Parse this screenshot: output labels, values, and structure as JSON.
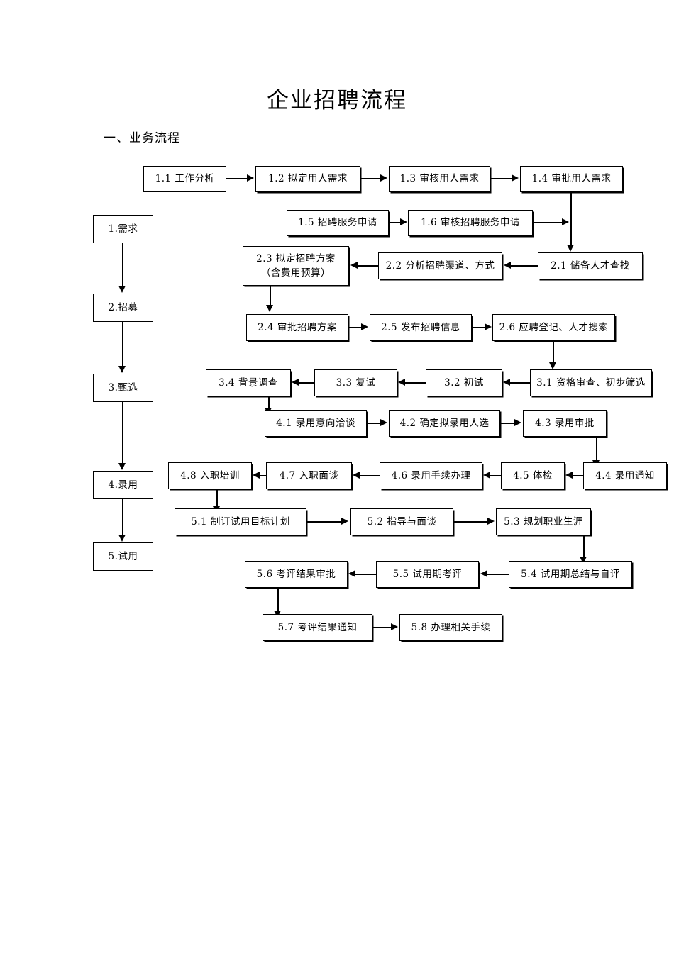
{
  "document": {
    "title": "企业招聘流程",
    "section_heading": "一、业务流程"
  },
  "stages": [
    {
      "id": "stage-1",
      "label": "1.需求"
    },
    {
      "id": "stage-2",
      "label": "2.招募"
    },
    {
      "id": "stage-3",
      "label": "3.甄选"
    },
    {
      "id": "stage-4",
      "label": "4.录用"
    },
    {
      "id": "stage-5",
      "label": "5.试用"
    }
  ],
  "nodes": [
    {
      "id": "n11",
      "label": "1.1 工作分析"
    },
    {
      "id": "n12",
      "label": "1.2  拟定用人需求"
    },
    {
      "id": "n13",
      "label": "1.3 审核用人需求"
    },
    {
      "id": "n14",
      "label": "1.4 审批用人需求"
    },
    {
      "id": "n15",
      "label": "1.5 招聘服务申请"
    },
    {
      "id": "n16",
      "label": "1.6 审核招聘服务申请"
    },
    {
      "id": "n21",
      "label": "2.1 储备人才查找"
    },
    {
      "id": "n22",
      "label": "2.2 分析招聘渠道、方式"
    },
    {
      "id": "n23a",
      "label": "2.3  拟定招聘方案"
    },
    {
      "id": "n23b",
      "label": "（含费用预算）"
    },
    {
      "id": "n24",
      "label": "2.4 审批招聘方案"
    },
    {
      "id": "n25",
      "label": "2.5 发布招聘信息"
    },
    {
      "id": "n26",
      "label": "2.6 应聘登记、人才搜索"
    },
    {
      "id": "n31",
      "label": "3.1 资格审查、初步筛选"
    },
    {
      "id": "n32",
      "label": "3.2 初试"
    },
    {
      "id": "n33",
      "label": "3.3 复试"
    },
    {
      "id": "n34",
      "label": "3.4 背景调查"
    },
    {
      "id": "n41",
      "label": "4.1 录用意向洽谈"
    },
    {
      "id": "n42",
      "label": "4.2 确定拟录用人选"
    },
    {
      "id": "n43",
      "label": "4.3 录用审批"
    },
    {
      "id": "n44",
      "label": "4.4 录用通知"
    },
    {
      "id": "n45",
      "label": "4.5 体检"
    },
    {
      "id": "n46",
      "label": "4.6 录用手续办理"
    },
    {
      "id": "n47",
      "label": "4.7 入职面谈"
    },
    {
      "id": "n48",
      "label": "4.8 入职培训"
    },
    {
      "id": "n51",
      "label": "5.1 制订试用目标计划"
    },
    {
      "id": "n52",
      "label": "5.2 指导与面谈"
    },
    {
      "id": "n53",
      "label": "5.3 规划职业生涯"
    },
    {
      "id": "n54",
      "label": "5.4 试用期总结与自评"
    },
    {
      "id": "n55",
      "label": "5.5 试用期考评"
    },
    {
      "id": "n56",
      "label": "5.6 考评结果审批"
    },
    {
      "id": "n57",
      "label": "5.7 考评结果通知"
    },
    {
      "id": "n58",
      "label": "5.8 办理相关手续"
    }
  ],
  "colors": {
    "line": "#000000",
    "background": "#ffffff",
    "text": "#000000"
  }
}
